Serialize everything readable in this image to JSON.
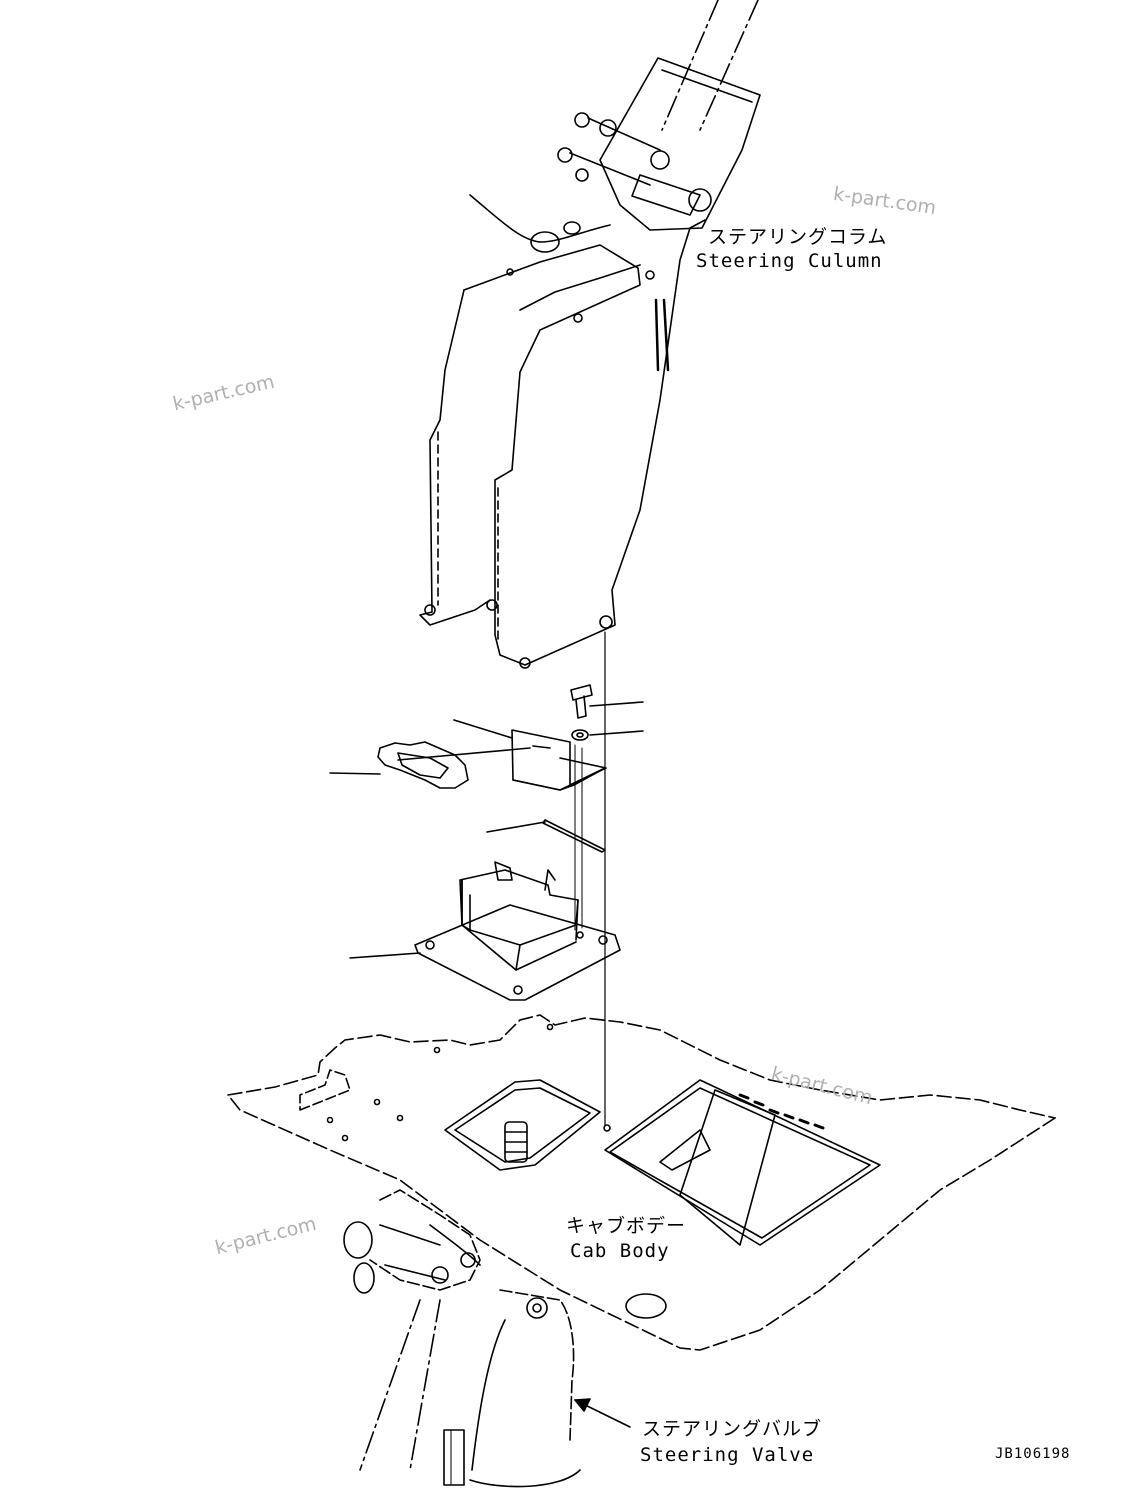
{
  "labels": {
    "steering_column_jp": "ステアリングコラム",
    "steering_column_en": "Steering Culumn",
    "cab_body_jp": "キャブボデー",
    "cab_body_en": "Cab Body",
    "steering_valve_jp": "ステアリングバルブ",
    "steering_valve_en": "Steering Valve"
  },
  "drawing_code": "JB106198",
  "watermarks": [
    "k-part.com",
    "k-part.com",
    "k-part.com",
    "k-part.com"
  ]
}
